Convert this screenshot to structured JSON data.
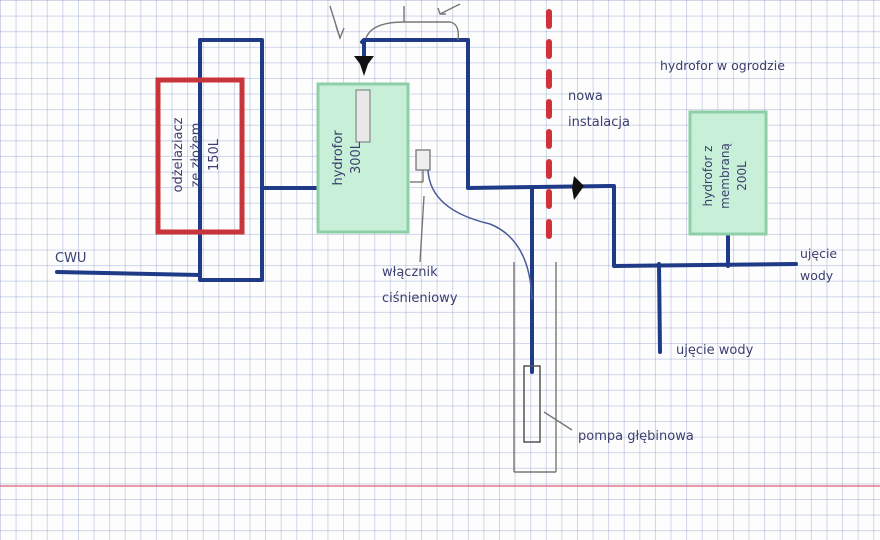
{
  "labels": {
    "cwu": "CWU",
    "softener": [
      "odżelaziacz",
      "ze złożem",
      "150L"
    ],
    "hydrofor300": [
      "hydrofor",
      "300L"
    ],
    "switch": [
      "włącznik",
      "ciśnieniowy"
    ],
    "new_install": [
      "nowa",
      "instalacja"
    ],
    "garden_hydrofor": "hydrofor w ogrodzie",
    "hydrofor200": [
      "hydrofor z",
      "membraną",
      "200L"
    ],
    "water_outlet_right": [
      "ujęcie",
      "wody"
    ],
    "water_outlet_bottom": "ujęcie wody",
    "pump": "pompa głębinowa"
  },
  "colors": {
    "pipe": "#1f3a86",
    "softener_border": "#c9343a",
    "tank_fill": "#c8f0d8",
    "boundary": "#d0313a",
    "grid": "#a9b4d4",
    "margin_line": "#e07c88"
  }
}
